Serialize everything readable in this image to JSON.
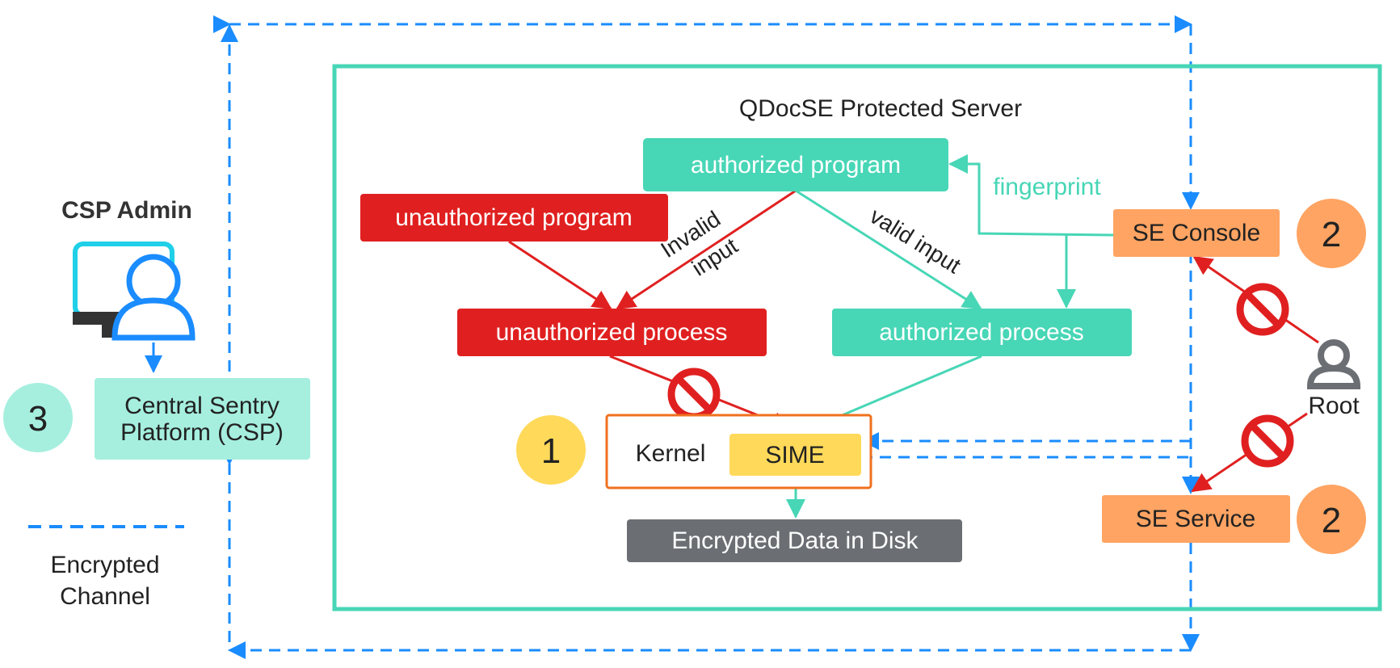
{
  "server": {
    "title": "QDocSE Protected Server"
  },
  "nodes": {
    "authorized_program": "authorized program",
    "unauthorized_program": "unauthorized program",
    "unauthorized_process": "unauthorized process",
    "authorized_process": "authorized process",
    "kernel": "Kernel",
    "sime": "SIME",
    "encrypted_data": "Encrypted Data in Disk",
    "se_console": "SE Console",
    "se_service": "SE Service",
    "csp_line1": "Central Sentry",
    "csp_line2": "Platform (CSP)"
  },
  "edge_labels": {
    "invalid": "Invalid",
    "invalid_input": "input",
    "valid_input": "valid input",
    "fingerprint": "fingerprint"
  },
  "actors": {
    "csp_admin": "CSP Admin",
    "root": "Root"
  },
  "badges": {
    "sime_badge": "1",
    "se_console_badge": "2",
    "se_service_badge": "2",
    "csp_badge": "3"
  },
  "legend": {
    "line1": "Encrypted",
    "line2": "Channel"
  },
  "colors": {
    "teal": "#47d6b6",
    "red": "#e02020",
    "orange": "#ffa463",
    "yellow": "#ffd95a",
    "gray": "#6b6f74",
    "blue": "#1a8cff",
    "mint": "#a6efdf",
    "kernel_border": "#f0701e"
  }
}
